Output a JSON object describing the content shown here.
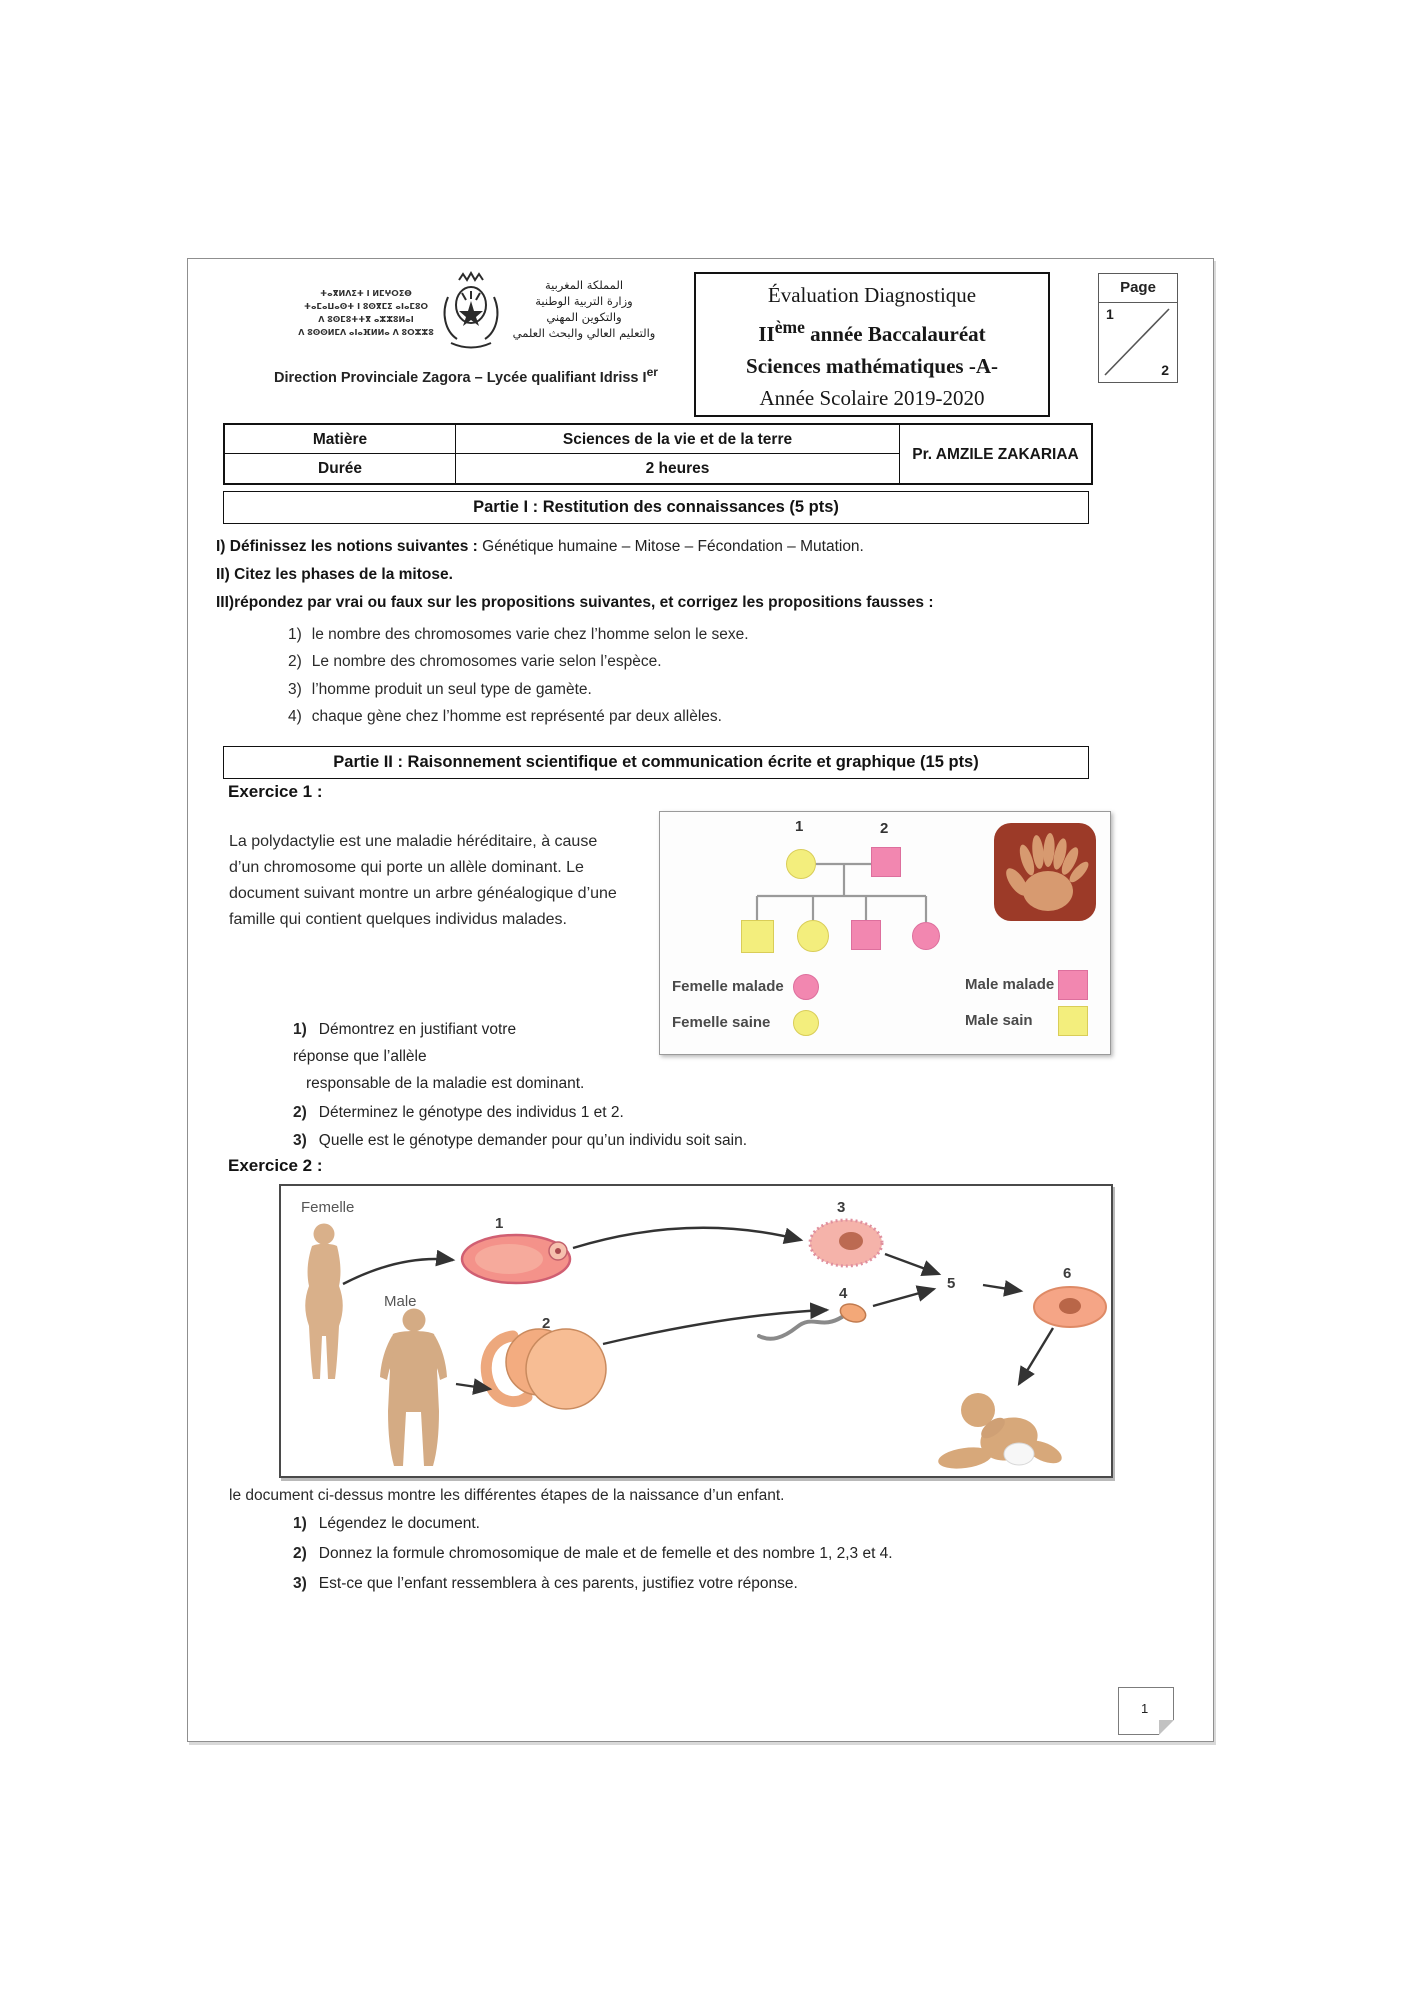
{
  "colors": {
    "sick_pink": "#f287b0",
    "healthy_yellow": "#f3ee7d",
    "hand_photo_bg": "#9c3a28",
    "silhouette_tan": "#d9b08a"
  },
  "header": {
    "tifinagh_lines": [
      "ⵜⴰⴳⵍⴷⵉⵜ ⵏ ⵍⵎⵖⵔⵉⴱ",
      "ⵜⴰⵎⴰⵡⴰⵙⵜ ⵏ ⵓⵙⴳⵎⵉ ⴰⵏⴰⵎⵓⵔ",
      "ⴷ ⵓⵙⵎⵓⵜⵜⴳ ⴰⵣⵣⵓⵍⴰⵏ",
      "ⴷ ⵓⵙⵙⵍⵎⴷ ⴰⵏⴰⴼⵍⵍⴰ ⴷ ⵓⵔⵣⵣⵓ"
    ],
    "arabic_lines": [
      "المملكة المغربية",
      "وزارة التربية الوطنية",
      "والتكوين المهني",
      "والتعليم العالي والبحث العلمي"
    ],
    "direction_main": "Direction Provinciale Zagora – Lycée qualifiant Idriss I",
    "direction_sup": "er",
    "title_line1": "Évaluation Diagnostique",
    "title_line2_prefix": "II",
    "title_line2_sup": "ème",
    "title_line2_rest": " année Baccalauréat",
    "title_line3": "Sciences mathématiques -A-",
    "title_line4": "Année Scolaire 2019-2020",
    "page_box": {
      "label": "Page",
      "first": "1",
      "second": "2"
    }
  },
  "info_table": {
    "rows": [
      {
        "label": "Matière",
        "value": "Sciences de la vie et de la terre"
      },
      {
        "label": "Durée",
        "value": "2 heures"
      }
    ],
    "teacher": "Pr. AMZILE ZAKARIAA"
  },
  "partie1": {
    "title": "Partie I : Restitution des connaissances (5 pts)",
    "items": [
      {
        "bold": "I)  Définissez les notions suivantes :",
        "rest": " Génétique humaine – Mitose – Fécondation – Mutation."
      },
      {
        "bold": "II) Citez les phases de la mitose.",
        "rest": ""
      },
      {
        "bold": "III)répondez par vrai ou faux sur les propositions suivantes, et corrigez les propositions fausses :",
        "rest": ""
      }
    ],
    "subitems": [
      {
        "num": "1)",
        "text": "le nombre des chromosomes varie chez l’homme selon le sexe."
      },
      {
        "num": "2)",
        "text": "Le nombre des chromosomes varie selon l’espèce."
      },
      {
        "num": "3)",
        "text": "l’homme produit un seul type de gamète."
      },
      {
        "num": "4)",
        "text": "chaque gène chez l’homme est représenté par deux allèles."
      }
    ]
  },
  "partie2": {
    "title": "Partie II : Raisonnement scientifique et communication écrite et graphique (15 pts)",
    "ex1": {
      "label": "Exercice 1 :",
      "paragraph": "La polydactylie est une maladie héréditaire, à cause d’un chromosome qui porte un allèle dominant. Le document suivant montre un arbre généalogique d’une famille qui contient quelques individus malades.",
      "q1_num": "1)",
      "q1_start": "Démontrez en justifiant votre réponse que l’allèle",
      "q1_cont": "responsable de la maladie est dominant.",
      "q2_num": "2)",
      "q2": "Déterminez le génotype des individus 1 et 2.",
      "q3_num": "3)",
      "q3": "Quelle est le génotype demander pour qu’un individu soit sain.",
      "figure": {
        "parent1": "1",
        "parent2": "2",
        "legend_femelle_malade": "Femelle malade",
        "legend_femelle_saine": "Femelle saine",
        "legend_male_malade": "Male malade",
        "legend_male_sain": "Male sain"
      }
    },
    "ex2": {
      "label": "Exercice 2 :",
      "fig": {
        "femelle": "Femelle",
        "male": "Male",
        "n1": "1",
        "n2": "2",
        "n3": "3",
        "n4": "4",
        "n5": "5",
        "n6": "6"
      },
      "caption": "le document ci-dessus montre les différentes étapes de la naissance d’un enfant.",
      "q1_num": "1)",
      "q1": "Légendez le document.",
      "q2_num": "2)",
      "q2": "Donnez la formule chromosomique de male et de femelle et des nombre 1, 2,3 et 4.",
      "q3_num": "3)",
      "q3": "Est-ce que l’enfant ressemblera à ces parents, justifiez votre réponse."
    }
  },
  "footer": {
    "page_number": "1"
  }
}
